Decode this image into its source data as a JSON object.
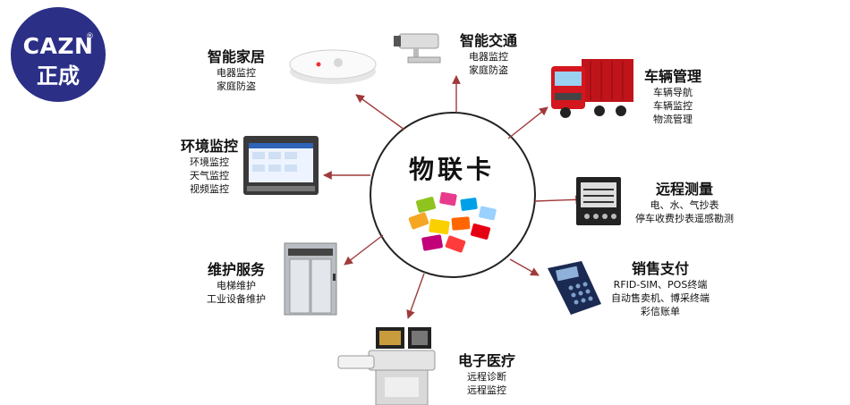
{
  "logo": {
    "top": "CAZN",
    "bottom": "正成",
    "registered": "®"
  },
  "hub": {
    "title": "物联卡"
  },
  "nodes": {
    "smart_home": {
      "title": "智能家居",
      "items": [
        "电器监控",
        "家庭防盗"
      ],
      "icon": "robot-vacuum-icon"
    },
    "smart_traffic": {
      "title": "智能交通",
      "items": [
        "电器监控",
        "家庭防盗"
      ],
      "icon": "security-camera-icon"
    },
    "vehicle_management": {
      "title": "车辆管理",
      "items": [
        "车辆导航",
        "车辆监控",
        "物流管理"
      ],
      "icon": "truck-icon"
    },
    "environment_monitoring": {
      "title": "环境监控",
      "items": [
        "环境监控",
        "天气监控",
        "视频监控"
      ],
      "icon": "monitor-device-icon"
    },
    "remote_metering": {
      "title": "远程测量",
      "items": [
        "电、水、气抄表",
        "停车收费抄表遥感勘测"
      ],
      "icon": "meter-icon"
    },
    "maintenance_service": {
      "title": "维护服务",
      "items": [
        "电梯维护",
        "工业设备维护"
      ],
      "icon": "elevator-icon"
    },
    "sales_payment": {
      "title": "销售支付",
      "items": [
        "RFID-SIM、POS终端",
        "自动售卖机、博采终端",
        "彩信账单"
      ],
      "icon": "pos-terminal-icon"
    },
    "e_medical": {
      "title": "电子医疗",
      "items": [
        "远程诊断",
        "远程监控"
      ],
      "icon": "ultrasound-machine-icon"
    }
  },
  "colors": {
    "arrow": "#a03a3a",
    "logo_bg": "#2b2f86",
    "circle_stroke": "#222222"
  }
}
